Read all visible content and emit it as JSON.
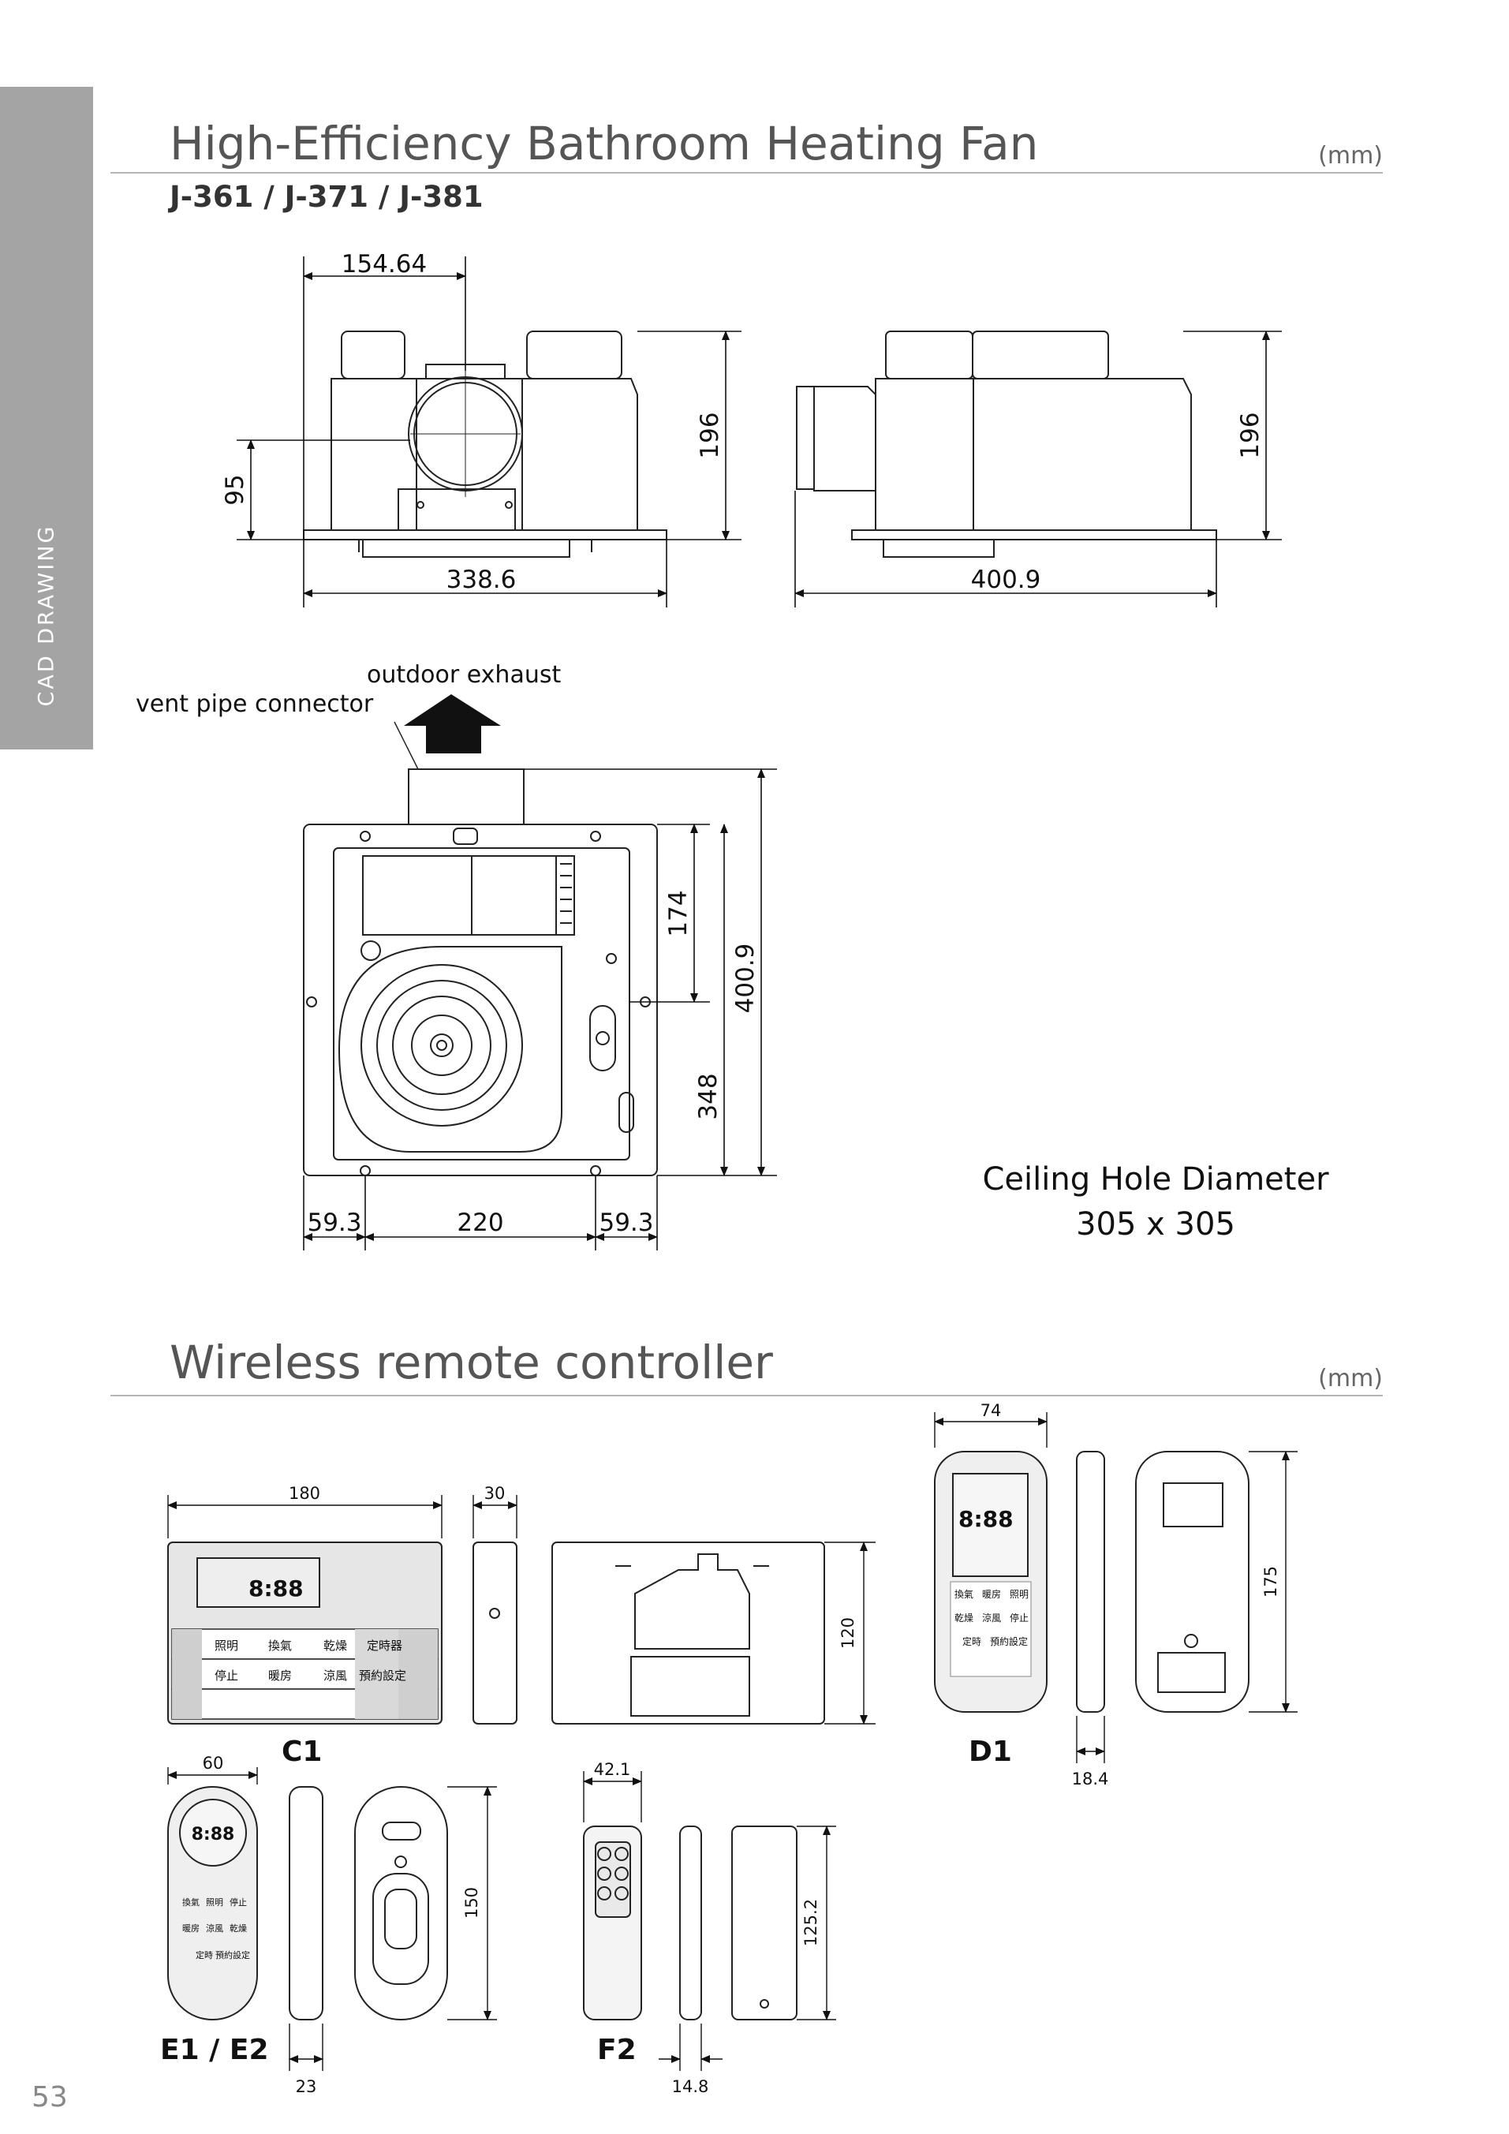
{
  "side_tab": "CAD DRAWING",
  "section1": {
    "title": "High-Efficiency Bathroom Heating Fan",
    "unit": "(mm)",
    "models": "J-361 / J-371 / J-381",
    "dims": {
      "front_width": "338.6",
      "offset_left": "154.64",
      "height": "196",
      "pipe_height": "95",
      "side_width": "400.9",
      "side_height": "196",
      "top_174": "174",
      "top_348": "348",
      "top_4009": "400.9",
      "bottom_left": "59.3",
      "bottom_mid": "220",
      "bottom_right": "59.3"
    },
    "labels": {
      "outdoor_exhaust": "outdoor exhaust",
      "vent_pipe": "vent pipe connector",
      "ceiling_hole_title": "Ceiling Hole Diameter",
      "ceiling_hole_size": "305 x 305"
    }
  },
  "section2": {
    "title": "Wireless remote controller",
    "unit": "(mm)",
    "c1": {
      "label": "C1",
      "w": "180",
      "d": "30",
      "h": "120"
    },
    "d1": {
      "label": "D1",
      "w": "74",
      "h": "175",
      "d": "18.4"
    },
    "e": {
      "label": "E1 / E2",
      "w": "60",
      "h": "150",
      "d": "23"
    },
    "f2": {
      "label": "F2",
      "w": "42.1",
      "h": "125.2",
      "d": "14.8"
    },
    "panel": {
      "display": "8:88",
      "row1": [
        "照明",
        "換氣",
        "乾燥",
        "定時器"
      ],
      "row2": [
        "停止",
        "暖房",
        "涼風",
        "預約設定"
      ]
    },
    "d1_panel": {
      "display": "8:88",
      "rows": [
        [
          "換氣",
          "暖房",
          "照明"
        ],
        [
          "乾燥",
          "涼風",
          "停止"
        ],
        [
          "定時",
          "預約設定"
        ]
      ]
    },
    "e_panel": {
      "display": "8:88",
      "rows": [
        [
          "換氣",
          "照明",
          "停止"
        ],
        [
          "暖房",
          "涼風",
          "乾燥"
        ],
        [
          "定時",
          "預約設定"
        ]
      ]
    }
  },
  "page_number": "53"
}
